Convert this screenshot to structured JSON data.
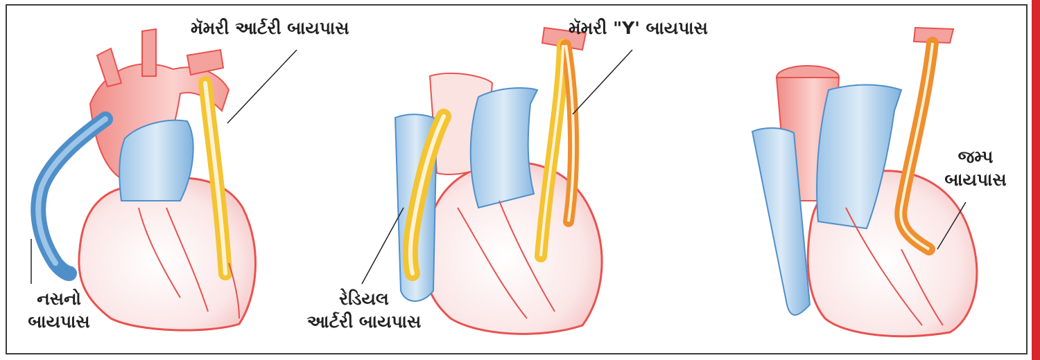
{
  "labels": {
    "mammary_bypass": "મૅમરી આર્ટરી બાયપાસ",
    "mammary_y_bypass": "મૅમરી \"Y' બાયપાસ",
    "vein_bypass_line1": "નસનો",
    "vein_bypass_line2": "બાયપાસ",
    "radial_bypass_line1": "રેડિયલ",
    "radial_bypass_line2": "આર્ટરી બાયપાસ",
    "jump_bypass_line1": "જમ્પ",
    "jump_bypass_line2": "બાયપાસ"
  },
  "colors": {
    "artery_red": "#e8524f",
    "vein_blue": "#4f8fc9",
    "graft_yellow": "#f4c433",
    "graft_orange": "#ef8f2f",
    "accent_strip": "#d7262e"
  }
}
